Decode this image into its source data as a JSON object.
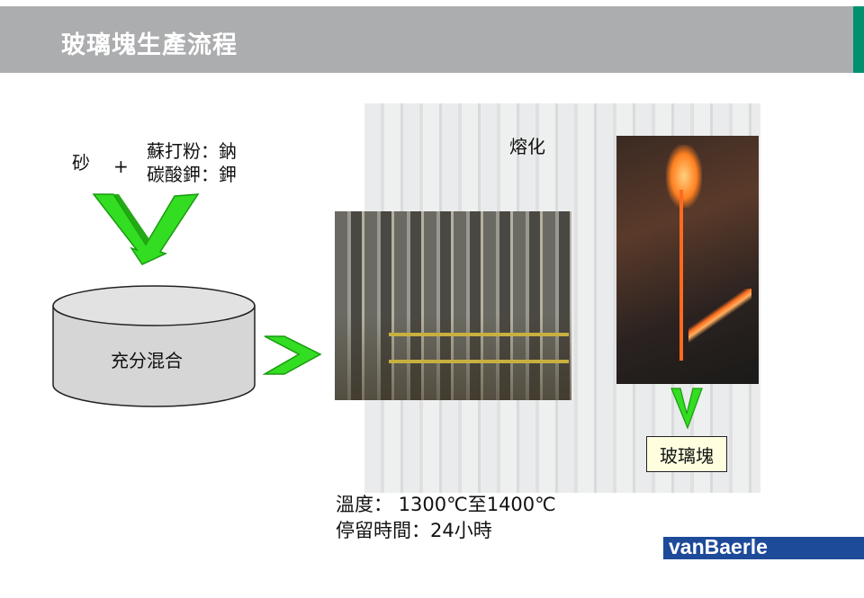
{
  "header": {
    "title": "玻璃塊生產流程"
  },
  "inputs": {
    "sand": "砂",
    "plus": "+",
    "soda": "蘇打粉：鈉",
    "potash": "碳酸鉀：鉀"
  },
  "mixer": {
    "label": "充分混合"
  },
  "melting": {
    "label": "熔化"
  },
  "output": {
    "label": "玻璃塊"
  },
  "conditions": {
    "temperature": "溫度： 1300℃至1400℃",
    "duration": "停留時間：24小時"
  },
  "logo": {
    "text": "vanBaerle",
    "color": "#1e4a9a"
  },
  "colors": {
    "header": "#acadaf",
    "accent": "#009070",
    "arrow": "#33dd22"
  }
}
